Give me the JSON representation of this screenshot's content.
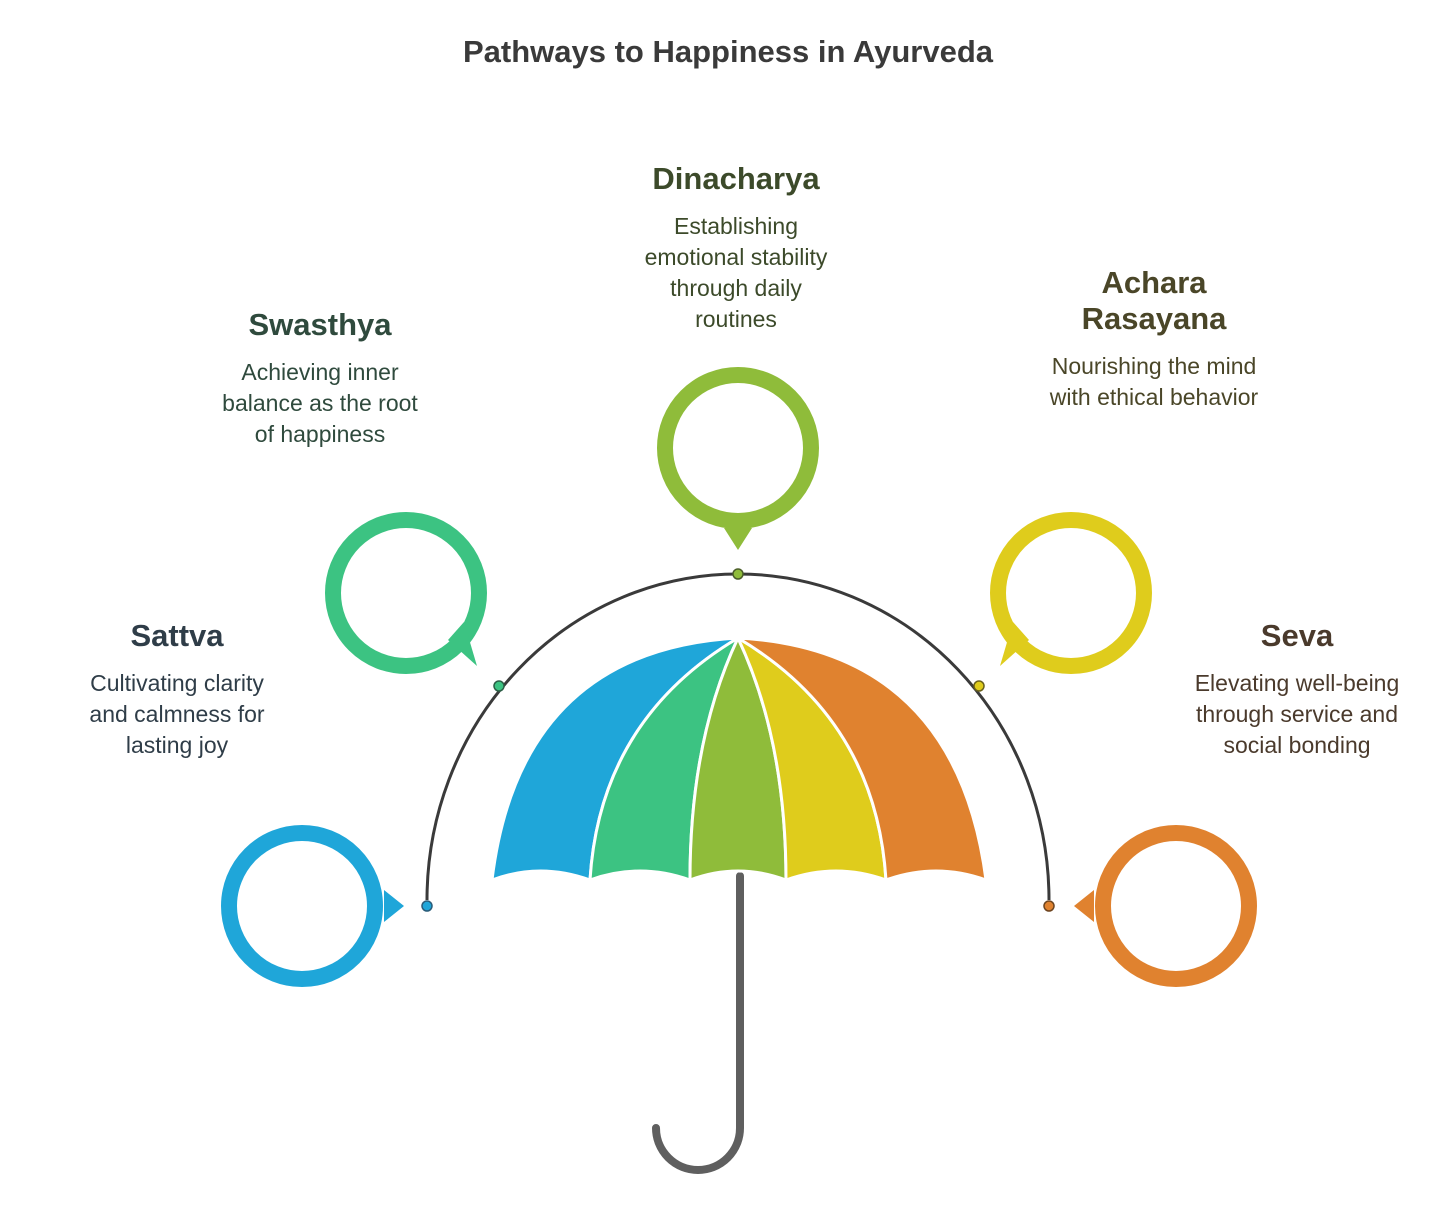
{
  "title": "Pathways to Happiness in Ayurveda",
  "pathways": [
    {
      "name": "Sattva",
      "description_lines": [
        "Cultivating clarity",
        "and calmness for",
        "lasting joy"
      ],
      "color": "#1fa6d9"
    },
    {
      "name": "Swasthya",
      "description_lines": [
        "Achieving inner",
        "balance as the root",
        "of happiness"
      ],
      "color": "#3cc382"
    },
    {
      "name": "Dinacharya",
      "description_lines": [
        "Establishing",
        "emotional stability",
        "through daily",
        "routines"
      ],
      "color": "#8fbc3a"
    },
    {
      "name_lines": [
        "Achara",
        "Rasayana"
      ],
      "description_lines": [
        "Nourishing the mind",
        "with ethical behavior"
      ],
      "color": "#dfcc1c"
    },
    {
      "name": "Seva",
      "description_lines": [
        "Elevating well-being",
        "through service and",
        "social bonding"
      ],
      "color": "#e0822f"
    }
  ],
  "colors": {
    "arc": "#3a3a3a",
    "handle": "#5f5f5f",
    "panel_divider": "#ffffff"
  },
  "icons": {
    "canopy": "umbrella-canopy",
    "handle": "umbrella-handle"
  }
}
